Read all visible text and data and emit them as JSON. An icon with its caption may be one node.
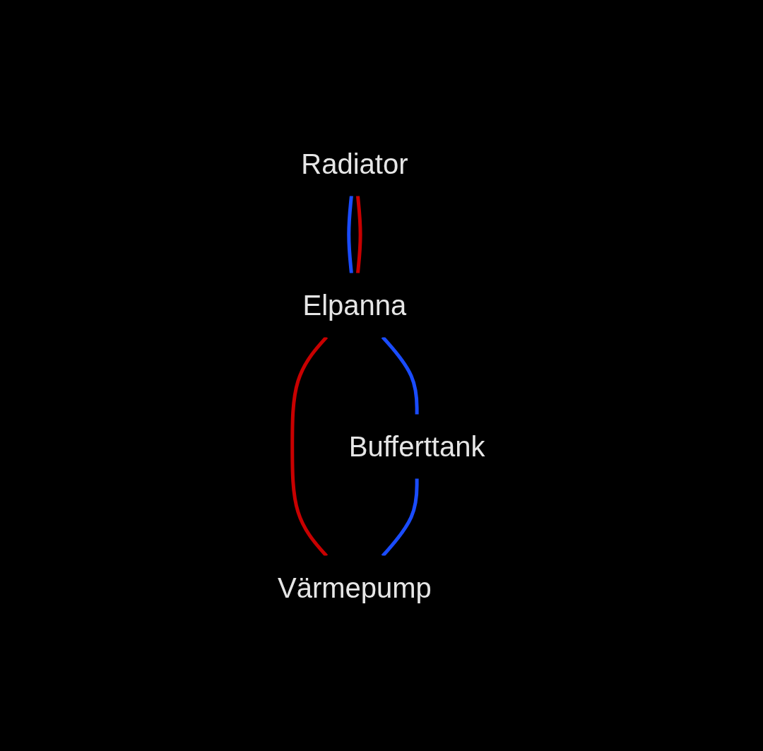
{
  "diagram": {
    "nodes": [
      {
        "text": [
          "Radiator"
        ]
      },
      {
        "text": [
          "Elpanna"
        ]
      },
      {
        "text": [
          "Bufferttank"
        ]
      },
      {
        "text": [
          "Värmepump"
        ]
      }
    ],
    "edges": [
      {
        "from": 0,
        "to": 1,
        "arrow": "none",
        "color": "#1a4cff"
      },
      {
        "from": 0,
        "to": 1,
        "arrow": "none",
        "color": "#c80000"
      },
      {
        "from": 1,
        "to": 3,
        "arrow": "none",
        "color": "#c80000"
      },
      {
        "from": 1,
        "to": 2,
        "arrow": "none",
        "color": "#1a4cff"
      },
      {
        "from": 2,
        "to": 3,
        "arrow": "none",
        "color": "#1a4cff"
      }
    ]
  }
}
